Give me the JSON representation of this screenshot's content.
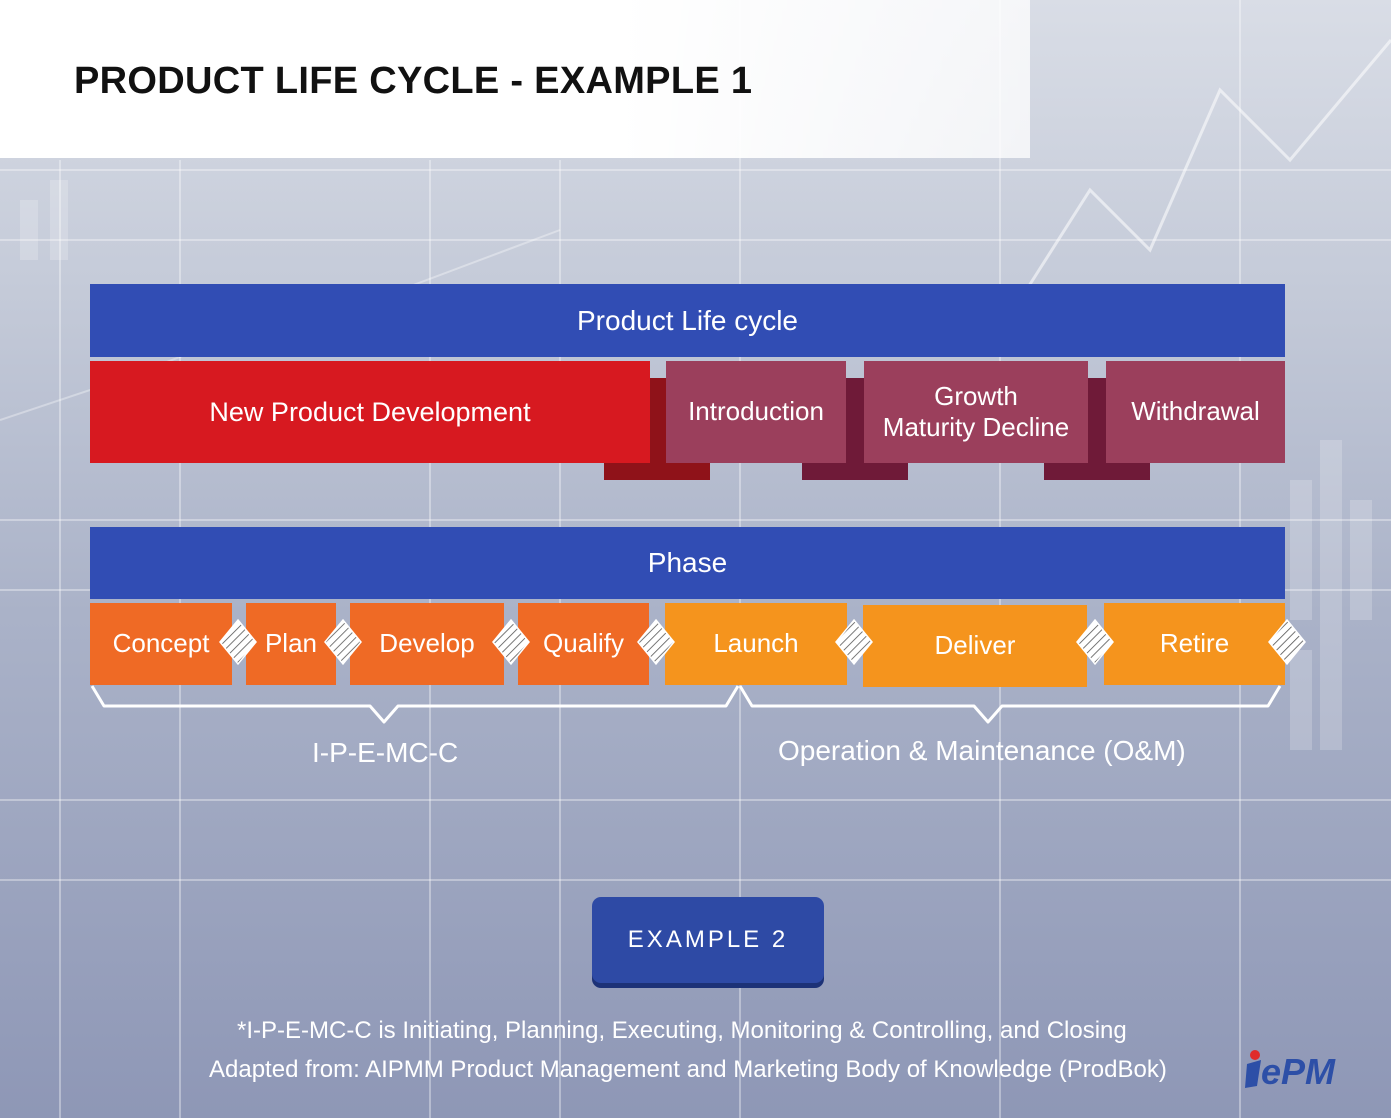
{
  "title": "PRODUCT LIFE CYCLE - EXAMPLE 1",
  "lifecycle": {
    "header": "Product Life cycle",
    "stages": [
      "New Product Development",
      "Introduction",
      "Growth\nMaturity Decline",
      "Withdrawal"
    ]
  },
  "phase": {
    "header": "Phase",
    "steps": [
      "Concept",
      "Plan",
      "Develop",
      "Qualify",
      "Launch",
      "Deliver",
      "Retire"
    ]
  },
  "groups": {
    "left_label": "I-P-E-MC-C",
    "right_label": "Operation & Maintenance (O&M)"
  },
  "button": {
    "label": "EXAMPLE 2"
  },
  "footnotes": {
    "definition": "*I-P-E-MC-C is Initiating, Planning, Executing, Monitoring & Controlling, and Closing",
    "source": "Adapted from:  AIPMM Product Management and Marketing Body of Knowledge (ProdBok)"
  },
  "logo": {
    "text": "ePM"
  },
  "colors": {
    "band_blue": "#314db4",
    "npd_red": "#d71920",
    "lifecycle_maroon": "#9b3f5c",
    "phase_orange_dark": "#ef6a25",
    "phase_orange_light": "#f5941d"
  }
}
